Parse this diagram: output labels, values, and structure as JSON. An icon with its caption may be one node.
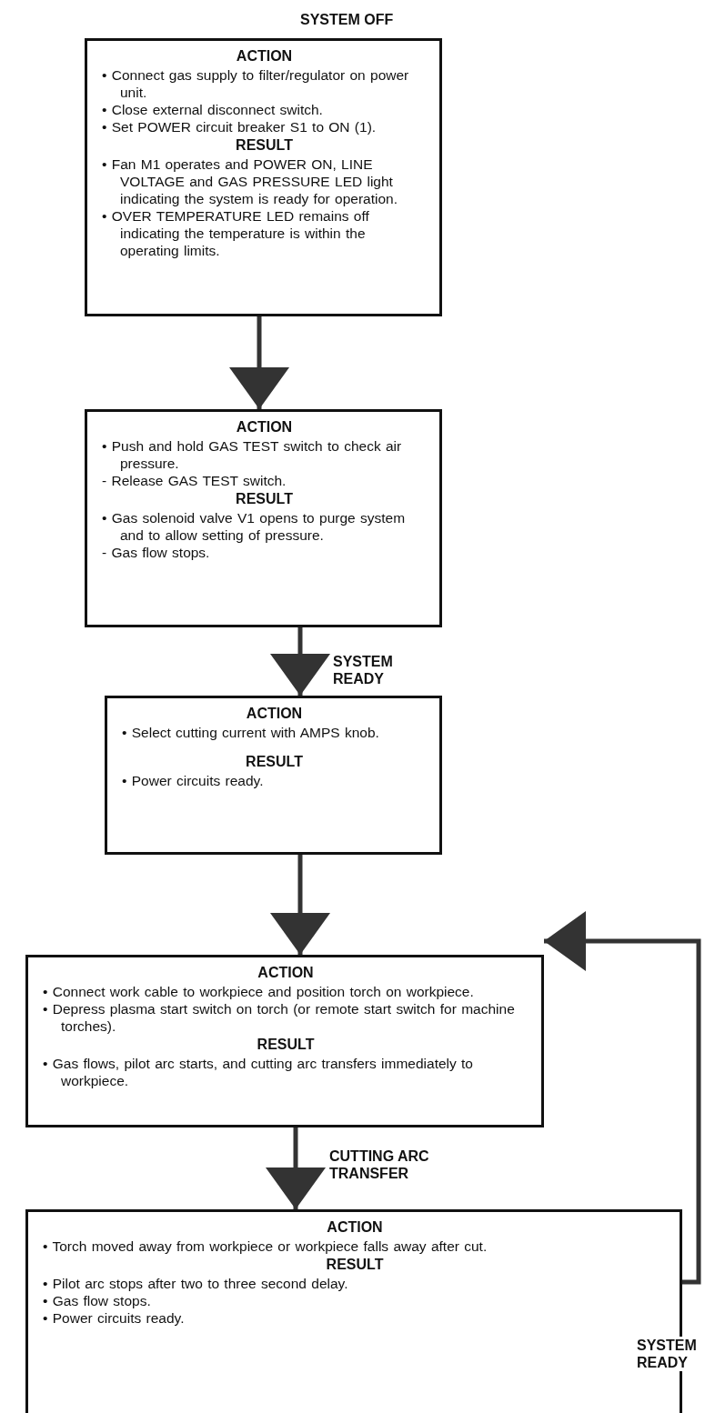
{
  "diagram": {
    "nodes": [
      {
        "text": [
          "ACTION",
          "• Connect gas supply to filter/regulator on power unit.",
          "• Close external disconnect switch.",
          "• Set POWER circuit breaker S1 to ON (1).",
          "RESULT",
          "• Fan M1 operates and POWER ON, LINE VOLTAGE and GAS PRESSURE LED light indicating the system is ready for operation.",
          "• OVER TEMPERATURE LED remains off indicating the temperature is within the operating limits."
        ]
      },
      {
        "text": [
          "ACTION",
          "• Push and hold GAS TEST switch to check air pressure.",
          "- Release GAS TEST switch.",
          "RESULT",
          "• Gas solenoid valve V1 opens to purge system and to allow setting of pressure.",
          "- Gas flow stops."
        ]
      },
      {
        "text": [
          "ACTION",
          "• Select cutting current with AMPS knob.",
          "RESULT",
          "• Power circuits ready."
        ]
      },
      {
        "text": [
          "ACTION",
          "• Connect work cable to workpiece and position torch on workpiece.",
          "• Depress plasma start switch on torch (or remote start switch for machine torches).",
          "RESULT",
          "• Gas flows, pilot arc starts, and cutting arc transfers immediately to workpiece."
        ]
      },
      {
        "text": [
          "ACTION",
          "• Torch moved away from workpiece or workpiece falls away after cut.",
          "RESULT",
          "• Pilot arc stops after two to three second delay.",
          "• Gas flow stops.",
          "• Power circuits ready."
        ]
      }
    ],
    "edges": [
      {
        "from": 0,
        "to": 1,
        "arrow": "to"
      },
      {
        "from": 1,
        "to": 2,
        "arrow": "to",
        "label": "SYSTEM READY"
      },
      {
        "from": 2,
        "to": 3,
        "arrow": "to"
      },
      {
        "from": 3,
        "to": 4,
        "arrow": "to",
        "label": "CUTTING ARC TRANSFER"
      },
      {
        "from": 4,
        "to": 3,
        "arrow": "to",
        "label": "SYSTEM READY"
      }
    ],
    "labels": [
      "SYSTEM OFF"
    ]
  }
}
